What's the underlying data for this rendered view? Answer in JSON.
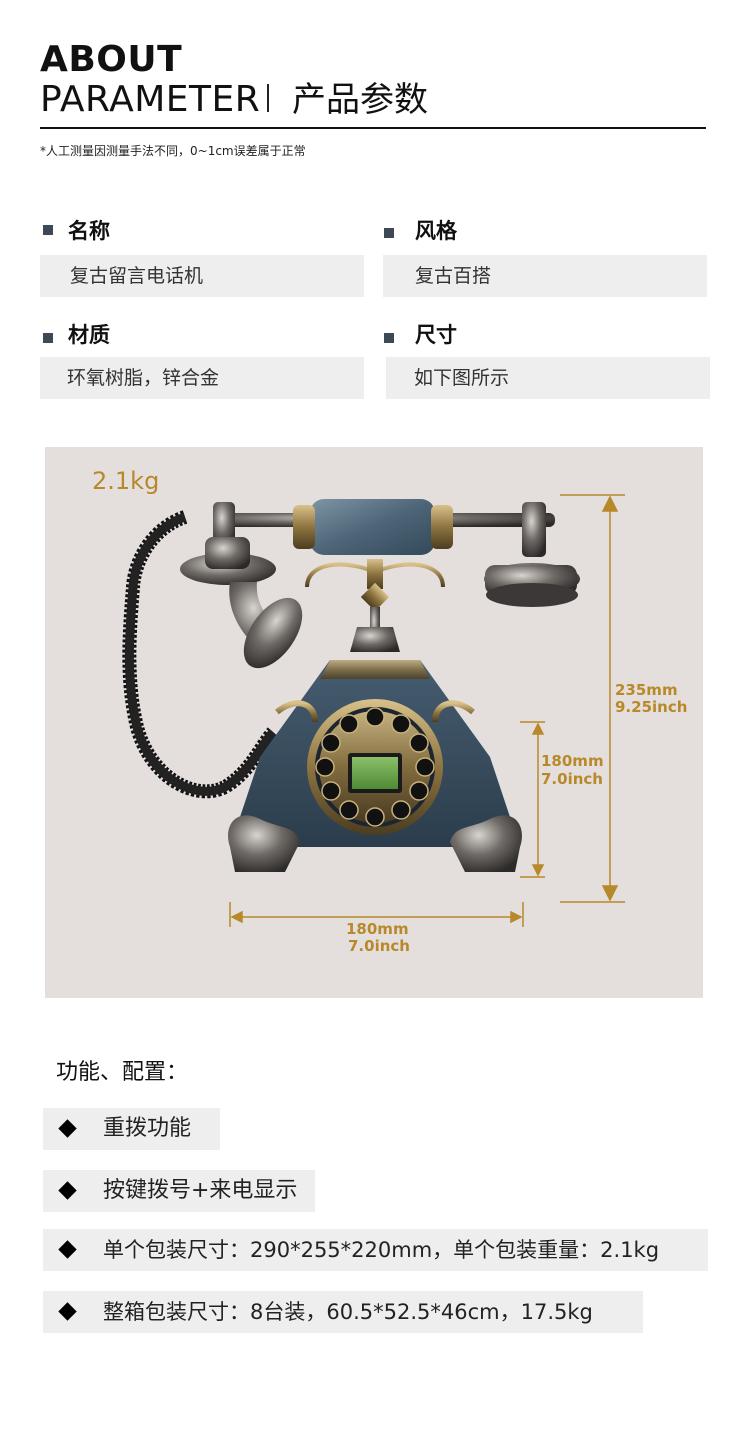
{
  "header": {
    "about": "ABOUT",
    "parameter": "PARAMETER",
    "chinese_title": "产品参数",
    "note": "*人工测量因测量手法不同，0~1cm误差属于正常"
  },
  "params": [
    {
      "label": "名称",
      "value": "复古留言电话机"
    },
    {
      "label": "风格",
      "value": "复古百搭"
    },
    {
      "label": "材质",
      "value": "环氧树脂，锌合金"
    },
    {
      "label": "尺寸",
      "value": "如下图所示"
    }
  ],
  "photo": {
    "weight": "2.1kg",
    "height_total_mm": "235mm",
    "height_total_inch": "9.25inch",
    "height_body_mm": "180mm",
    "height_body_inch": "7.0inch",
    "width_mm": "180mm",
    "width_inch": "7.0inch",
    "accent_color": "#b8892a"
  },
  "features": {
    "title": "功能、配置：",
    "items": [
      "重拨功能",
      "按键拨号+来电显示",
      "单个包装尺寸：290*255*220mm，单个包装重量：2.1kg",
      "整箱包装尺寸：8台装，60.5*52.5*46cm，17.5kg"
    ]
  }
}
